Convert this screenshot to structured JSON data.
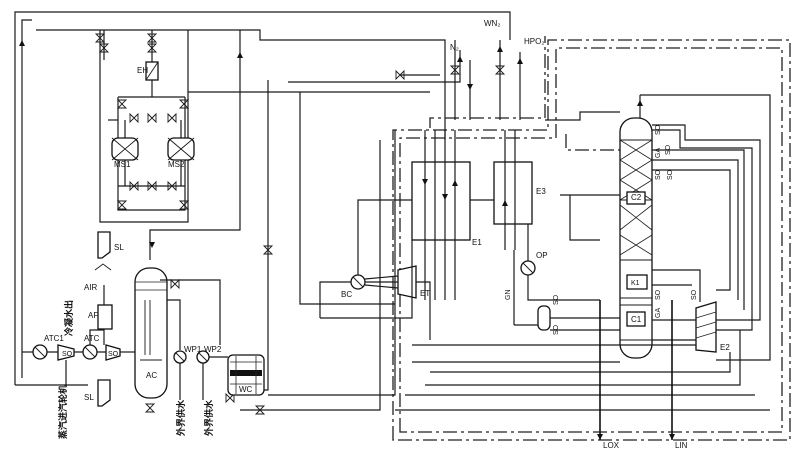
{
  "diagram": {
    "streams": {
      "wn2": "WN₂",
      "n2": "N₂",
      "hpo2": "HPO₂",
      "lox": "LOX",
      "lin": "LIN",
      "air": "AIR"
    },
    "equipment": {
      "eh": "EH",
      "ms1": "MS1",
      "ms2": "MS2",
      "sl_top": "SL",
      "sl_bottom": "SL",
      "af": "AF",
      "atc1": "ATC1",
      "atc": "ATC",
      "ac": "AC",
      "wp1": "WP1",
      "wp2": "WP2",
      "wc": "WC",
      "bc": "BC",
      "et": "ET",
      "e1": "E1",
      "e3": "E3",
      "op": "OP",
      "c2": "C2",
      "k1": "K1",
      "c1": "C1",
      "e2": "E2"
    },
    "lines": {
      "so_atc1": "SO",
      "so_atc": "SO",
      "ga1": "GA",
      "ga2": "GA",
      "so_top1": "SO",
      "so_top2": "SO",
      "so_top3": "SO",
      "so_top4": "SO",
      "so_c1a": "SO",
      "so_c1b": "SO",
      "so_k1": "SO",
      "so_bottom": "SO",
      "gn": "GN"
    },
    "chinese": {
      "condensate_out": "冷凝水出",
      "steam_turbine": "蒸汽进汽轮机",
      "external_water_1": "外界供水",
      "external_water_2": "外界供水"
    }
  }
}
